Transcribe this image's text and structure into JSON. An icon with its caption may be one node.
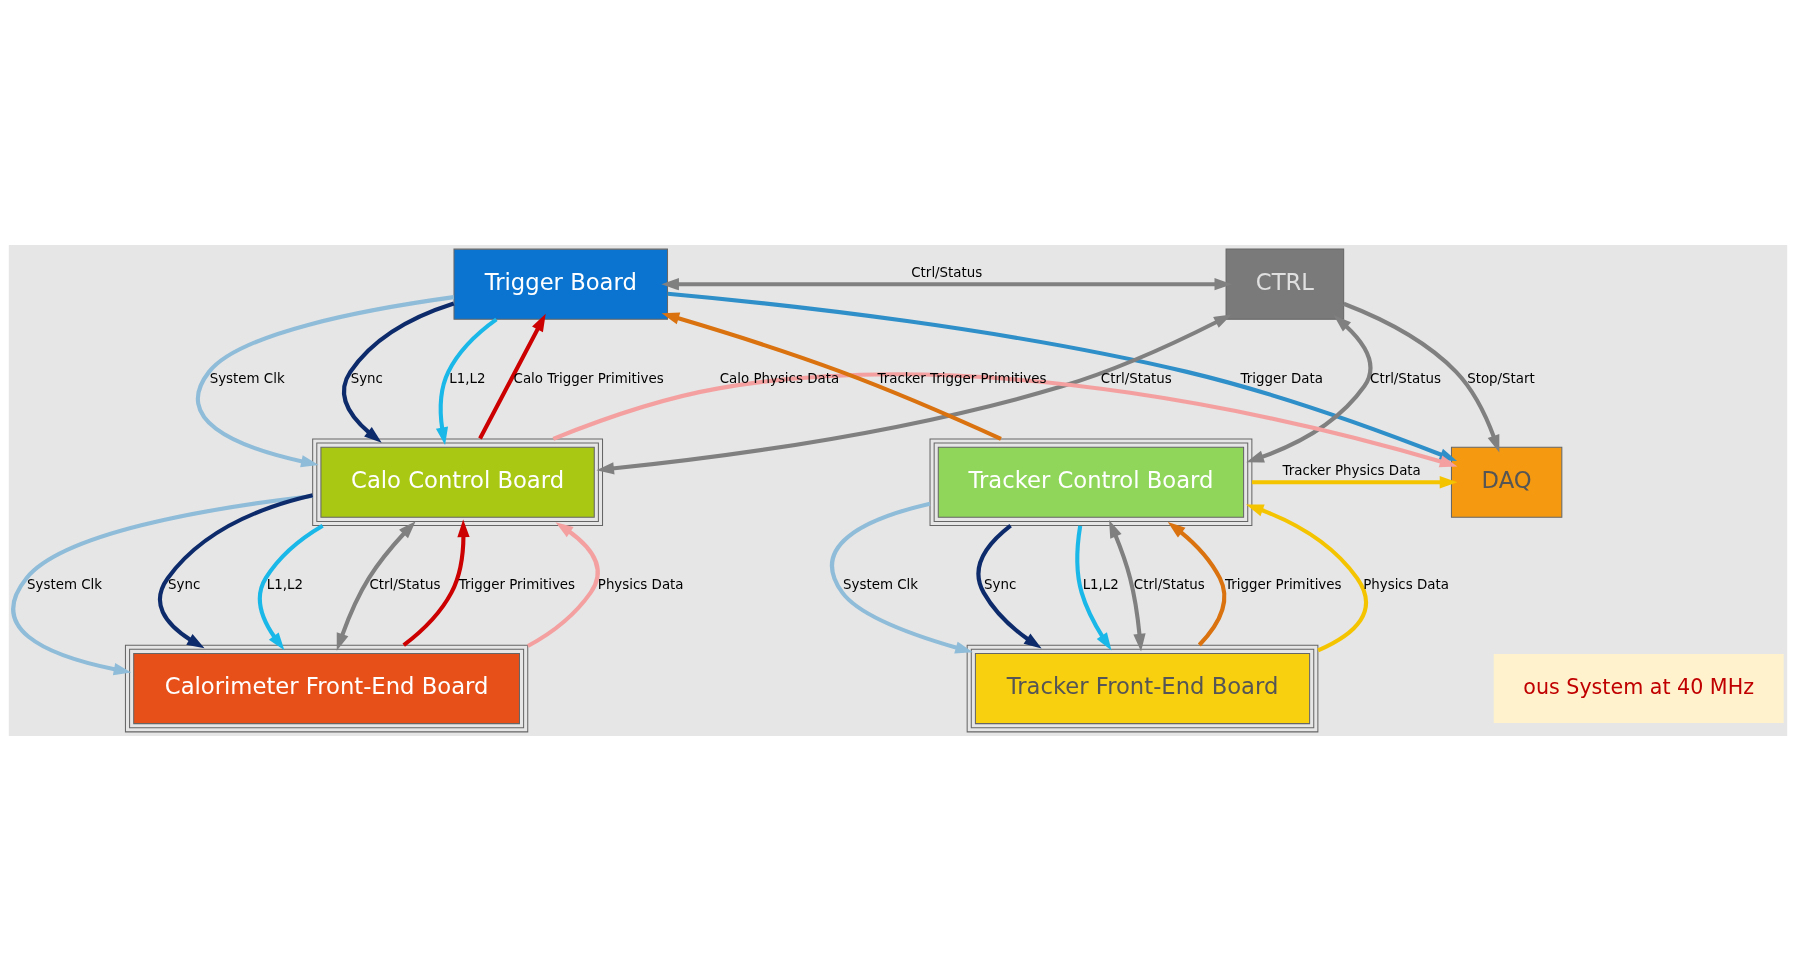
{
  "diagram": {
    "nodes": [
      {
        "text": [
          "Trigger Board"
        ]
      },
      {
        "text": [
          "CTRL"
        ]
      },
      {
        "text": [
          "Calo Control Board"
        ]
      },
      {
        "text": [
          "Tracker Control Board"
        ]
      },
      {
        "text": [
          "DAQ"
        ]
      },
      {
        "text": [
          "Calorimeter Front-End Board"
        ]
      },
      {
        "text": [
          "Tracker Front-End Board"
        ]
      }
    ],
    "edges": [
      {
        "from": 0,
        "to": 2,
        "arrow": "to",
        "label": "System Clk",
        "color": "#8fbcd8"
      },
      {
        "from": 0,
        "to": 2,
        "arrow": "to",
        "label": "Sync",
        "color": "#0d2b6b"
      },
      {
        "from": 0,
        "to": 2,
        "arrow": "to",
        "label": "L1,L2",
        "color": "#1ab8e8"
      },
      {
        "from": 2,
        "to": 0,
        "arrow": "to",
        "label": "Calo Trigger Primitives",
        "color": "#cc0000"
      },
      {
        "from": 0,
        "to": 1,
        "arrow": "both",
        "label": "Ctrl/Status",
        "color": "#808080"
      },
      {
        "from": 0,
        "to": 4,
        "arrow": "to",
        "label": "Trigger Data",
        "color": "#2f8fc8"
      },
      {
        "from": 1,
        "to": 2,
        "arrow": "both",
        "label": "Ctrl/Status",
        "color": "#808080"
      },
      {
        "from": 3,
        "to": 0,
        "arrow": "to",
        "label": "Tracker Trigger Primitives",
        "color": "#d9720f"
      },
      {
        "from": 1,
        "to": 3,
        "arrow": "both",
        "label": "Ctrl/Status",
        "color": "#808080"
      },
      {
        "from": 1,
        "to": 4,
        "arrow": "to",
        "label": "Stop/Start",
        "color": "#808080"
      },
      {
        "from": 3,
        "to": 4,
        "arrow": "to",
        "label": "Tracker Physics Data",
        "color": "#f5c400"
      },
      {
        "from": 2,
        "to": 4,
        "arrow": "to",
        "label": "Calo Physics Data",
        "color": "#f4a0a0"
      },
      {
        "from": 2,
        "to": 5,
        "arrow": "to",
        "label": "System Clk",
        "color": "#8fbcd8"
      },
      {
        "from": 2,
        "to": 5,
        "arrow": "to",
        "label": "Sync",
        "color": "#0d2b6b"
      },
      {
        "from": 2,
        "to": 5,
        "arrow": "to",
        "label": "L1,L2",
        "color": "#1ab8e8"
      },
      {
        "from": 2,
        "to": 5,
        "arrow": "both",
        "label": "Ctrl/Status",
        "color": "#808080"
      },
      {
        "from": 5,
        "to": 2,
        "arrow": "to",
        "label": "Trigger Primitives",
        "color": "#cc0000"
      },
      {
        "from": 5,
        "to": 2,
        "arrow": "to",
        "label": "Physics Data",
        "color": "#f4a0a0"
      },
      {
        "from": 3,
        "to": 6,
        "arrow": "to",
        "label": "System Clk",
        "color": "#8fbcd8"
      },
      {
        "from": 3,
        "to": 6,
        "arrow": "to",
        "label": "Sync",
        "color": "#0d2b6b"
      },
      {
        "from": 3,
        "to": 6,
        "arrow": "to",
        "label": "L1,L2",
        "color": "#1ab8e8"
      },
      {
        "from": 3,
        "to": 6,
        "arrow": "both",
        "label": "Ctrl/Status",
        "color": "#808080"
      },
      {
        "from": 6,
        "to": 3,
        "arrow": "to",
        "label": "Trigger Primitives",
        "color": "#d9720f"
      },
      {
        "from": 6,
        "to": 3,
        "arrow": "to",
        "label": "Physics Data",
        "color": "#f5c400"
      }
    ],
    "labels": [
      "ous System at 40 MHz"
    ]
  }
}
